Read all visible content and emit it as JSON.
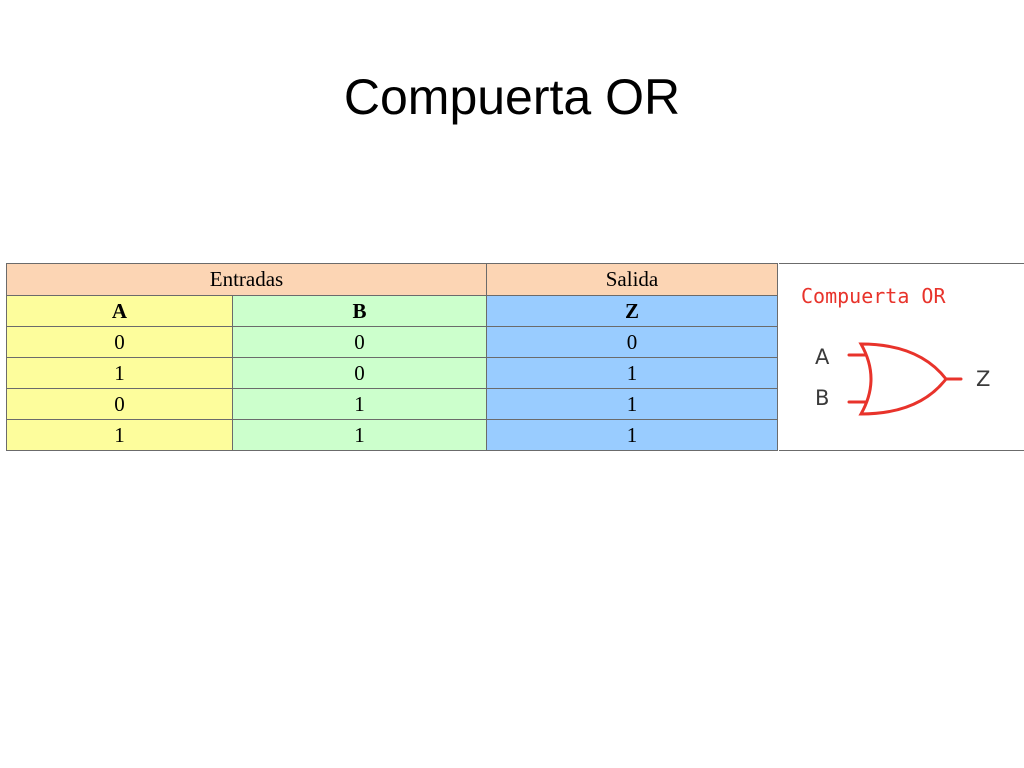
{
  "slide": {
    "title": "Compuerta OR"
  },
  "truth_table": {
    "group_headers": {
      "inputs": "Entradas",
      "output": "Salida"
    },
    "columns": [
      "A",
      "B",
      "Z"
    ],
    "rows": [
      [
        "0",
        "0",
        "0"
      ],
      [
        "1",
        "0",
        "1"
      ],
      [
        "0",
        "1",
        "1"
      ],
      [
        "1",
        "1",
        "1"
      ]
    ]
  },
  "gate": {
    "title": "Compuerta OR",
    "input_a": "A",
    "input_b": "B",
    "output": "Z",
    "color": "#e8332b"
  }
}
